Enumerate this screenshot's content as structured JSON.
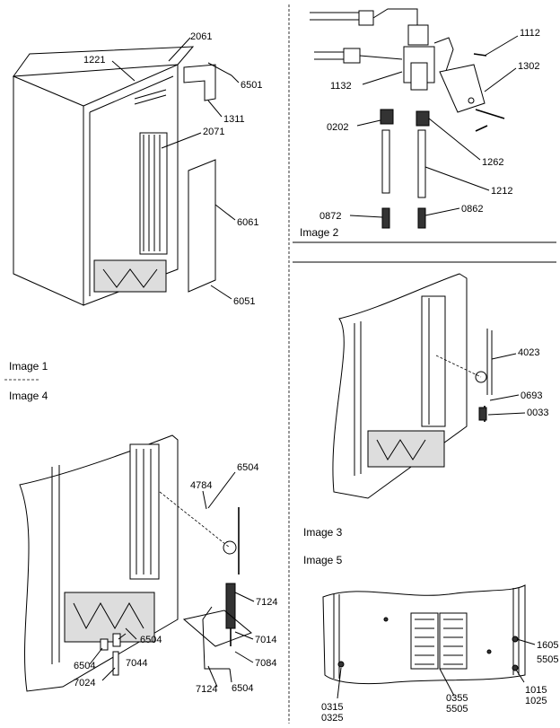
{
  "panels": {
    "image1": {
      "title": "Image 1",
      "parts": [
        "2061",
        "1221",
        "6501",
        "1311",
        "2071",
        "6061",
        "6051"
      ]
    },
    "image2": {
      "title": "Image 2",
      "parts": [
        "1112",
        "1302",
        "1132",
        "0202",
        "1262",
        "1212",
        "0872",
        "0862"
      ]
    },
    "image3": {
      "title": "Image 3",
      "parts": [
        "4023",
        "0693",
        "0033"
      ]
    },
    "image4": {
      "title": "Image 4",
      "parts": [
        "6504",
        "4784",
        "7124",
        "7014",
        "6504",
        "7044",
        "6504",
        "7024",
        "7124",
        "7084",
        "6504"
      ]
    },
    "image5": {
      "title": "Image 5",
      "parts": [
        "1605",
        "5505",
        "0315",
        "0325",
        "0355",
        "5505",
        "1015",
        "1025"
      ]
    }
  }
}
